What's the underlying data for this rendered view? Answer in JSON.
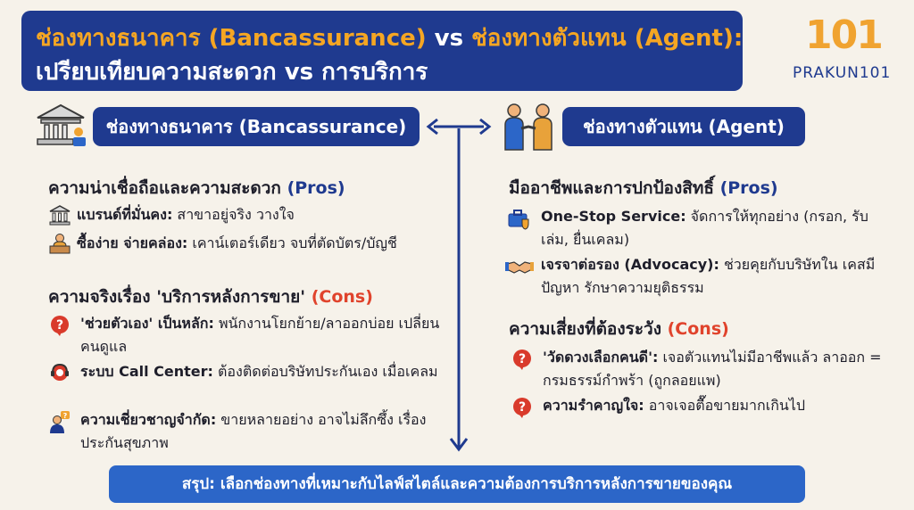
{
  "title": {
    "line1_part1": "ช่องทางธนาคาร (Bancassurance)",
    "line1_vs": " vs ",
    "line1_part2": "ช่องทางตัวแทน (Agent):",
    "line2": "เปรียบเทียบความสะดวก vs การบริการ"
  },
  "logo": {
    "number": "101",
    "text": "PRAKUN101"
  },
  "left": {
    "pill": "ช่องทางธนาคาร (Bancassurance)",
    "pros_head": "ความน่าเชื่อถือและความสะดวก",
    "pros_tag": "(Pros)",
    "pros": [
      {
        "bold": "แบรนด์ที่มั่นคง:",
        "text": " สาขาอยู่จริง วางใจ",
        "icon": "bank-icon"
      },
      {
        "bold": "ซื้อง่าย จ่ายคล่อง:",
        "text": " เคาน์เตอร์เดียว จบที่ตัดบัตร/บัญชี",
        "icon": "counter-staff-icon"
      }
    ],
    "cons_head": "ความจริงเรื่อง 'บริการหลังการขาย'",
    "cons_tag": "(Cons)",
    "cons": [
      {
        "bold": "'ช่วยตัวเอง' เป็นหลัก:",
        "text": " พนักงานโยกย้าย/ลาออกบ่อย เปลี่ยนคนดูแล",
        "icon": "question-icon"
      },
      {
        "bold": "ระบบ Call Center:",
        "text": " ต้องติดต่อบริษัทประกันเอง เมื่อเคลม",
        "icon": "headset-icon"
      },
      {
        "bold": "ความเชี่ยวชาญจำกัด:",
        "text": " ขายหลายอย่าง อาจไม่ลึกซึ้ง เรื่องประกันสุขภาพ",
        "icon": "confused-person-icon"
      }
    ]
  },
  "right": {
    "pill": "ช่องทางตัวแทน (Agent)",
    "pros_head": "มืออาชีพและการปกป้องสิทธิ์",
    "pros_tag": "(Pros)",
    "pros": [
      {
        "bold": "One-Stop Service:",
        "text": " จัดการให้ทุกอย่าง (กรอก, รับเล่ม, ยื่นเคลม)",
        "icon": "briefcase-shield-icon"
      },
      {
        "bold": "เจรจาต่อรอง (Advocacy):",
        "text": " ช่วยคุยกับบริษัทใน เคสมีปัญหา รักษาความยุติธรรม",
        "icon": "handshake-icon"
      }
    ],
    "cons_head": "ความเสี่ยงที่ต้องระวัง",
    "cons_tag": "(Cons)",
    "cons": [
      {
        "bold": "'วัดดวงเลือกคนดี':",
        "text": " เจอตัวแทนไม่มีอาชีพแล้ว ลาออก = กรมธรรม์กำพร้า (ถูกลอยแพ)",
        "icon": "question-icon"
      },
      {
        "bold": "ความรำคาญใจ:",
        "text": " อาจเจอตื๊อขายมากเกินไป",
        "icon": "question-icon"
      }
    ]
  },
  "summary": "สรุป: เลือกช่องทางที่เหมาะกับไลฟ์สไตล์และความต้องการบริการหลังการขายของคุณ",
  "colors": {
    "navy": "#1f3a8f",
    "orange": "#f5a623",
    "red": "#e0432c",
    "summary_blue": "#2c66c8",
    "background": "#f6f2ea"
  }
}
